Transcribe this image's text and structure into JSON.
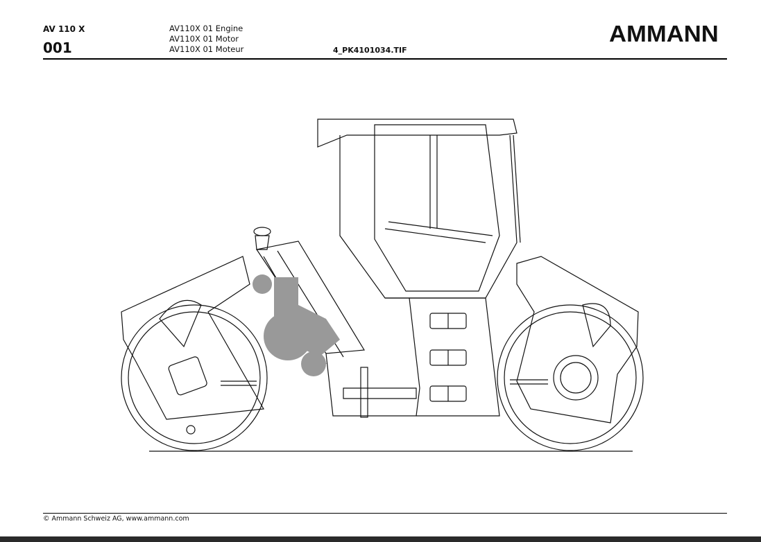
{
  "header": {
    "model": "AV 110 X",
    "page_number": "001",
    "titles": [
      "AV110X 01 Engine",
      "AV110X 01 Motor",
      "AV110X 01 Moteur"
    ],
    "file_name": "4_PK4101034.TIF",
    "logo": "AMMANN"
  },
  "footer": {
    "copyright": "© Ammann Schweiz AG, www.ammann.com"
  },
  "colors": {
    "highlight": "#999999",
    "line": "#111111"
  }
}
